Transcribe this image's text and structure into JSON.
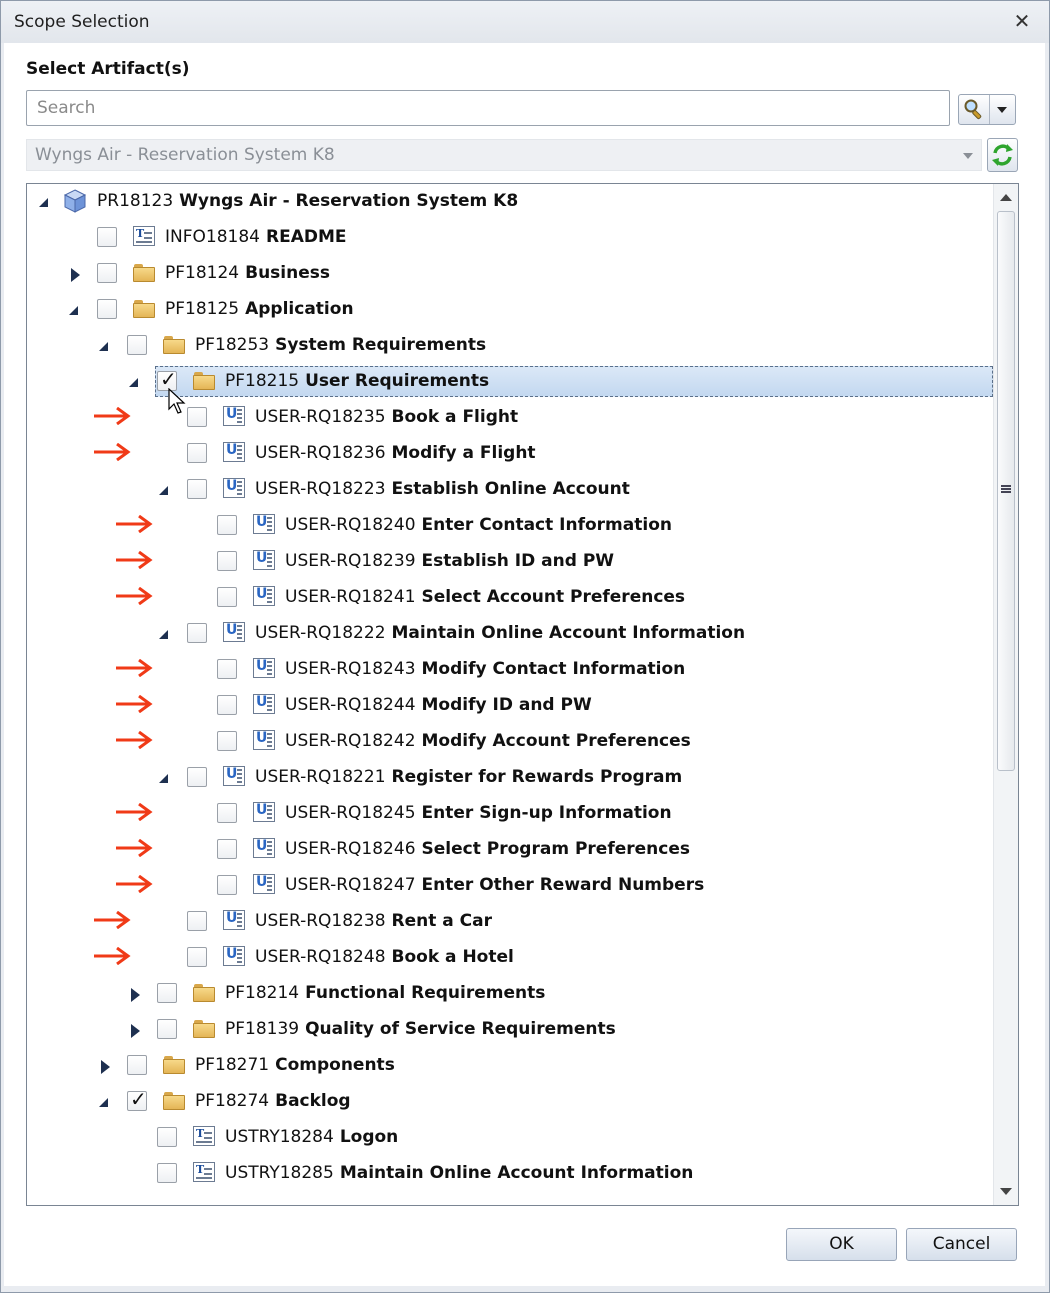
{
  "dialog": {
    "title": "Scope Selection",
    "close_label": "✕",
    "section_label": "Select Artifact(s)",
    "search": {
      "placeholder": "Search",
      "value": ""
    },
    "project_select": {
      "selected": "Wyngs Air - Reservation System K8"
    },
    "buttons": {
      "ok": "OK",
      "cancel": "Cancel"
    }
  },
  "colors": {
    "selection_bg": "#c9dcf2",
    "arrow": "#f03a17",
    "expander": "#1e3050"
  },
  "tree": [
    {
      "id": "PR18123",
      "name": "Wyngs Air - Reservation System K8",
      "depth": 0,
      "expander": "open",
      "checkbox": false,
      "icon": "project-cube-icon",
      "arrow": false
    },
    {
      "id": "INFO18184",
      "name": "README",
      "depth": 1,
      "expander": "none",
      "checkbox": true,
      "checked": false,
      "icon": "text-document-icon",
      "arrow": false
    },
    {
      "id": "PF18124",
      "name": "Business",
      "depth": 1,
      "expander": "closed",
      "checkbox": true,
      "checked": false,
      "icon": "folder-icon",
      "arrow": false
    },
    {
      "id": "PF18125",
      "name": "Application",
      "depth": 1,
      "expander": "open",
      "checkbox": true,
      "checked": false,
      "icon": "folder-icon",
      "arrow": false
    },
    {
      "id": "PF18253",
      "name": "System Requirements",
      "depth": 2,
      "expander": "open",
      "checkbox": true,
      "checked": false,
      "icon": "folder-icon",
      "arrow": false
    },
    {
      "id": "PF18215",
      "name": "User Requirements",
      "depth": 3,
      "expander": "open",
      "checkbox": true,
      "checked": true,
      "icon": "folder-icon",
      "arrow": false,
      "selected": true
    },
    {
      "id": "USER-RQ18235",
      "name": "Book a Flight",
      "depth": 4,
      "expander": "none",
      "checkbox": true,
      "checked": false,
      "icon": "user-requirement-icon",
      "arrow": true
    },
    {
      "id": "USER-RQ18236",
      "name": "Modify a Flight",
      "depth": 4,
      "expander": "none",
      "checkbox": true,
      "checked": false,
      "icon": "user-requirement-icon",
      "arrow": true
    },
    {
      "id": "USER-RQ18223",
      "name": "Establish Online Account",
      "depth": 4,
      "expander": "open",
      "checkbox": true,
      "checked": false,
      "icon": "user-requirement-icon",
      "arrow": false
    },
    {
      "id": "USER-RQ18240",
      "name": "Enter Contact Information",
      "depth": 5,
      "expander": "none",
      "checkbox": true,
      "checked": false,
      "icon": "user-requirement-icon",
      "arrow": true
    },
    {
      "id": "USER-RQ18239",
      "name": "Establish ID and PW",
      "depth": 5,
      "expander": "none",
      "checkbox": true,
      "checked": false,
      "icon": "user-requirement-icon",
      "arrow": true
    },
    {
      "id": "USER-RQ18241",
      "name": "Select Account Preferences",
      "depth": 5,
      "expander": "none",
      "checkbox": true,
      "checked": false,
      "icon": "user-requirement-icon",
      "arrow": true
    },
    {
      "id": "USER-RQ18222",
      "name": "Maintain Online Account Information",
      "depth": 4,
      "expander": "open",
      "checkbox": true,
      "checked": false,
      "icon": "user-requirement-icon",
      "arrow": false
    },
    {
      "id": "USER-RQ18243",
      "name": "Modify Contact Information",
      "depth": 5,
      "expander": "none",
      "checkbox": true,
      "checked": false,
      "icon": "user-requirement-icon",
      "arrow": true
    },
    {
      "id": "USER-RQ18244",
      "name": "Modify ID and PW",
      "depth": 5,
      "expander": "none",
      "checkbox": true,
      "checked": false,
      "icon": "user-requirement-icon",
      "arrow": true
    },
    {
      "id": "USER-RQ18242",
      "name": "Modify Account Preferences",
      "depth": 5,
      "expander": "none",
      "checkbox": true,
      "checked": false,
      "icon": "user-requirement-icon",
      "arrow": true
    },
    {
      "id": "USER-RQ18221",
      "name": "Register for Rewards Program",
      "depth": 4,
      "expander": "open",
      "checkbox": true,
      "checked": false,
      "icon": "user-requirement-icon",
      "arrow": false
    },
    {
      "id": "USER-RQ18245",
      "name": "Enter Sign-up Information",
      "depth": 5,
      "expander": "none",
      "checkbox": true,
      "checked": false,
      "icon": "user-requirement-icon",
      "arrow": true
    },
    {
      "id": "USER-RQ18246",
      "name": "Select Program Preferences",
      "depth": 5,
      "expander": "none",
      "checkbox": true,
      "checked": false,
      "icon": "user-requirement-icon",
      "arrow": true
    },
    {
      "id": "USER-RQ18247",
      "name": "Enter Other Reward Numbers",
      "depth": 5,
      "expander": "none",
      "checkbox": true,
      "checked": false,
      "icon": "user-requirement-icon",
      "arrow": true
    },
    {
      "id": "USER-RQ18238",
      "name": "Rent a Car",
      "depth": 4,
      "expander": "none",
      "checkbox": true,
      "checked": false,
      "icon": "user-requirement-icon",
      "arrow": true
    },
    {
      "id": "USER-RQ18248",
      "name": "Book a Hotel",
      "depth": 4,
      "expander": "none",
      "checkbox": true,
      "checked": false,
      "icon": "user-requirement-icon",
      "arrow": true
    },
    {
      "id": "PF18214",
      "name": "Functional Requirements",
      "depth": 3,
      "expander": "closed",
      "checkbox": true,
      "checked": false,
      "icon": "folder-icon",
      "arrow": false
    },
    {
      "id": "PF18139",
      "name": "Quality of Service Requirements",
      "depth": 3,
      "expander": "closed",
      "checkbox": true,
      "checked": false,
      "icon": "folder-icon",
      "arrow": false
    },
    {
      "id": "PF18271",
      "name": "Components",
      "depth": 2,
      "expander": "closed",
      "checkbox": true,
      "checked": false,
      "icon": "folder-icon",
      "arrow": false
    },
    {
      "id": "PF18274",
      "name": "Backlog",
      "depth": 2,
      "expander": "open",
      "checkbox": true,
      "checked": true,
      "icon": "folder-icon",
      "arrow": false
    },
    {
      "id": "USTRY18284",
      "name": "Logon",
      "depth": 3,
      "expander": "none",
      "checkbox": true,
      "checked": false,
      "icon": "text-document-icon",
      "arrow": false
    },
    {
      "id": "USTRY18285",
      "name": "Maintain Online Account Information",
      "depth": 3,
      "expander": "none",
      "checkbox": true,
      "checked": false,
      "icon": "text-document-icon",
      "arrow": false
    }
  ]
}
